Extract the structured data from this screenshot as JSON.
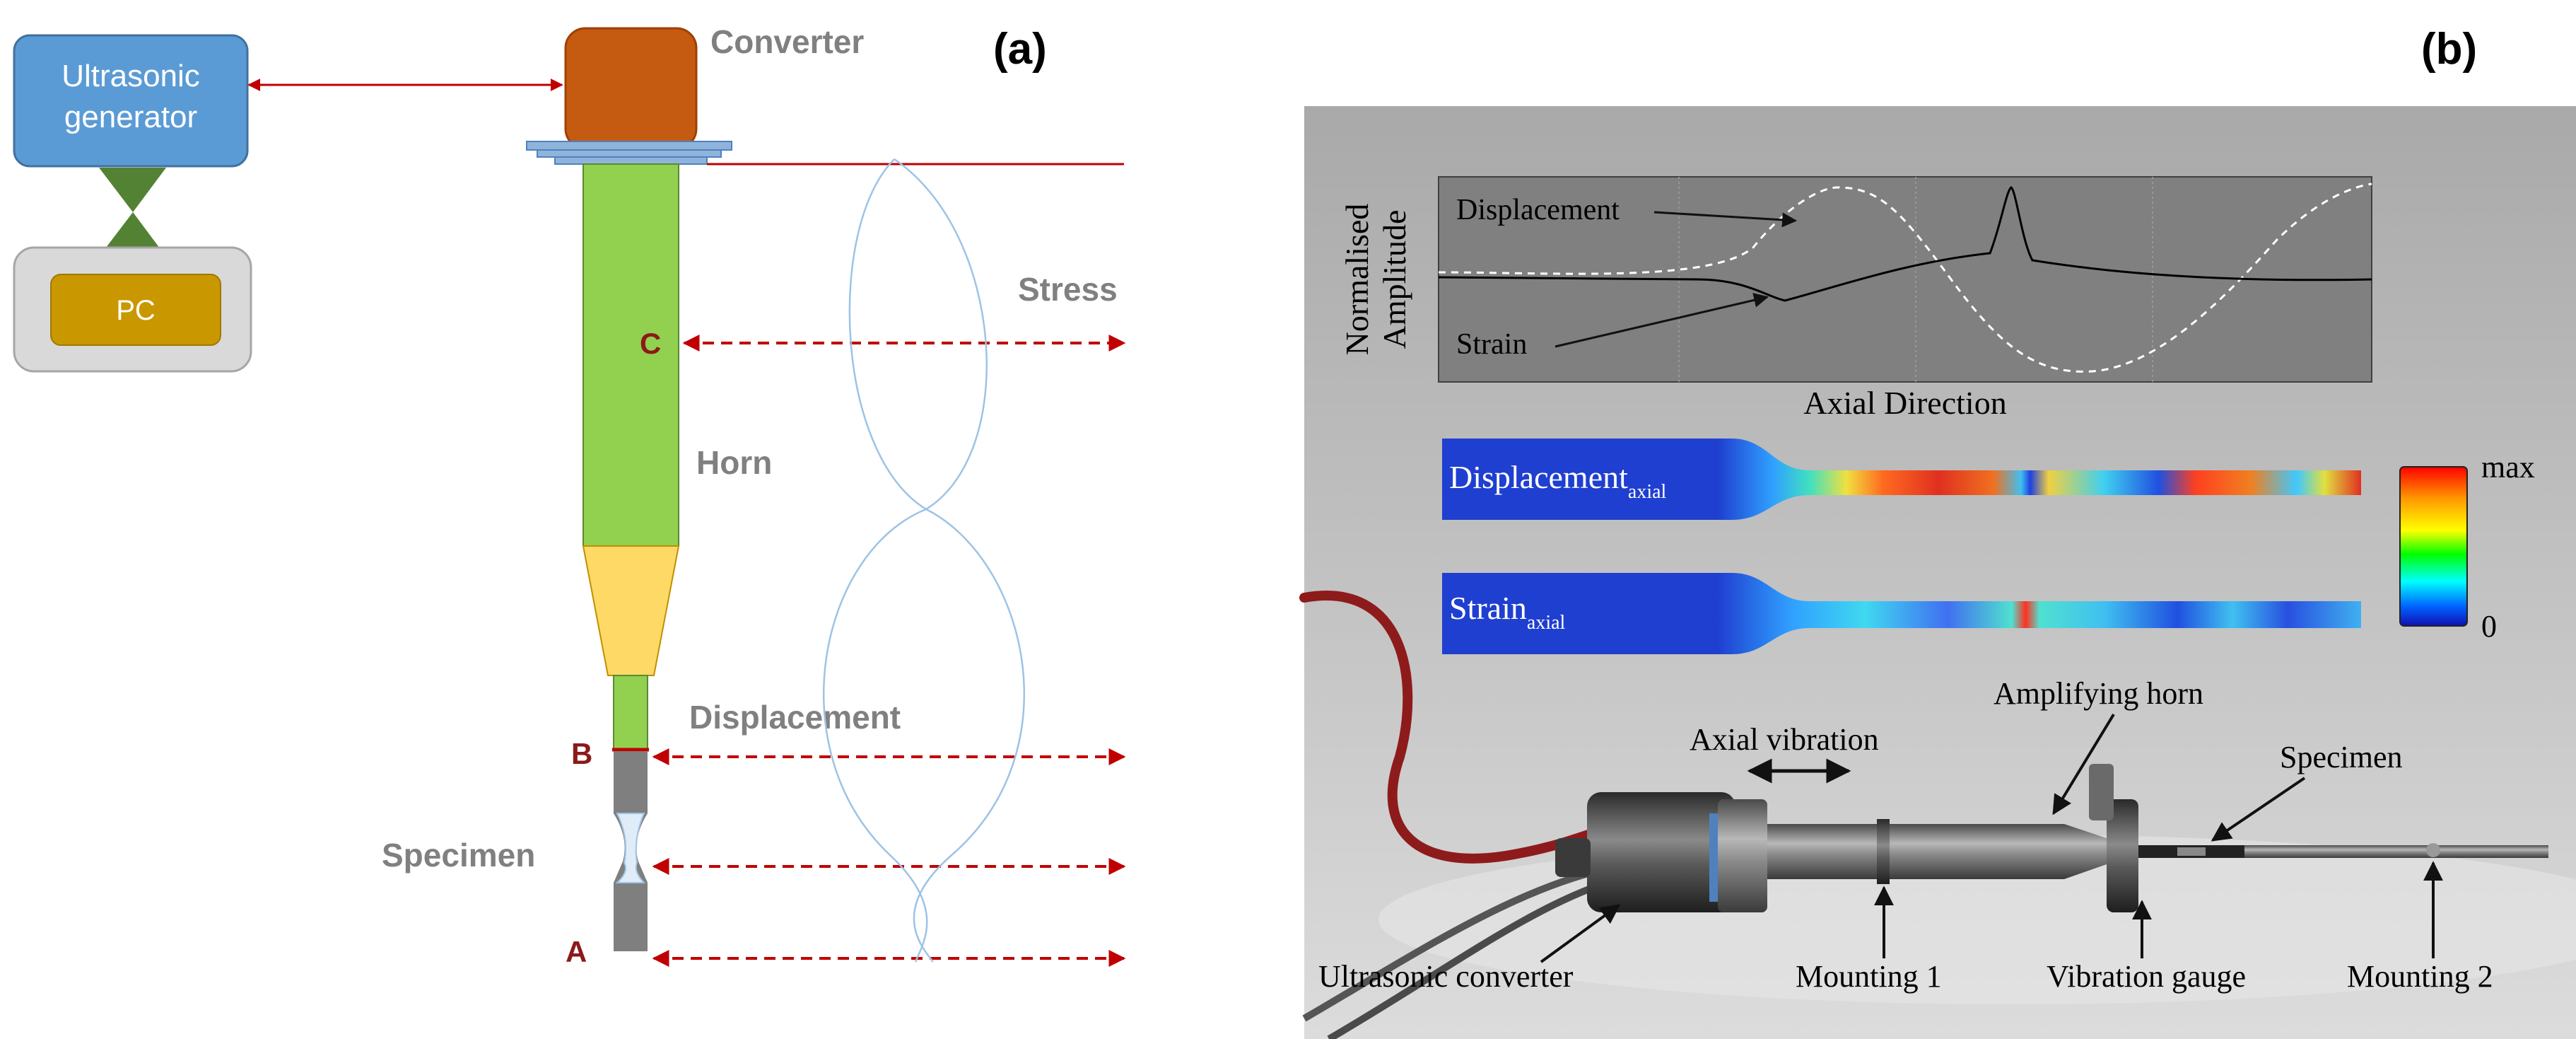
{
  "panel_a": {
    "label": "(a)",
    "generator_label_line1": "Ultrasonic",
    "generator_label_line2": "generator",
    "pc_label": "PC",
    "converter_label": "Converter",
    "stress_label": "Stress",
    "horn_label": "Horn",
    "displacement_label": "Displacement",
    "specimen_label": "Specimen",
    "point_a": "A",
    "point_b": "B",
    "point_c": "C"
  },
  "panel_b": {
    "label": "(b)",
    "plot": {
      "ylabel_line1": "Normalised",
      "ylabel_line2": "Amplitude",
      "xlabel": "Axial Direction",
      "displacement_annotation": "Displacement",
      "strain_annotation": "Strain"
    },
    "contour_displacement_label": "Displacement",
    "contour_displacement_sub": "axial",
    "contour_strain_label": "Strain",
    "contour_strain_sub": "axial",
    "colorbar_max": "max",
    "colorbar_min": "0",
    "callouts": {
      "amplifying_horn": "Amplifying horn",
      "axial_vibration": "Axial vibration",
      "specimen": "Specimen",
      "ultrasonic_converter": "Ultrasonic converter",
      "mounting_1": "Mounting 1",
      "vibration_gauge": "Vibration gauge",
      "mounting_2": "Mounting 2"
    }
  },
  "colors": {
    "generator": "#5b9bd5",
    "pc_box": "#d9d9d9",
    "pc_inner": "#c99700",
    "converter": "#c55a11",
    "horn": "#92d050",
    "horn_taper": "#ffd966",
    "specimen": "#7f7f7f",
    "arrow_red": "#c00000",
    "label_grey": "#808080",
    "point_label": "#8b1a1a",
    "wave_blue": "#9dc3e6"
  }
}
